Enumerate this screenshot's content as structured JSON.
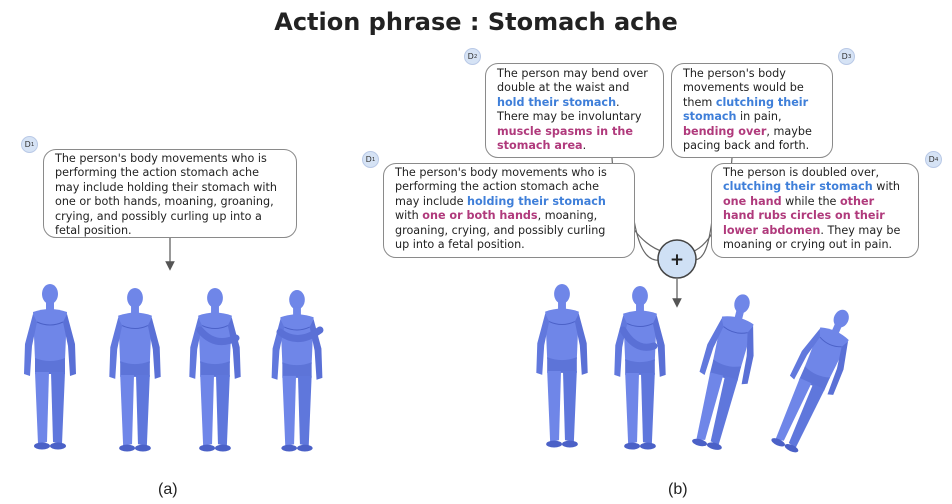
{
  "title": "Action phrase : Stomach ache",
  "panel_a": {
    "caption": "(a)",
    "badge": {
      "letter": "D",
      "index": "1"
    },
    "description": "The person's body movements who is performing the action stomach ache may include holding their stomach with one or both hands, moaning, groaning, crying, and possibly curling up into a fetal position."
  },
  "panel_b": {
    "caption": "(b)",
    "combine_symbol": "+",
    "d1": {
      "badge": {
        "letter": "D",
        "index": "1"
      },
      "parts": [
        {
          "text": "The person's body movements who is performing the action stomach ache may include ",
          "style": "plain"
        },
        {
          "text": "holding their stomach",
          "style": "blue"
        },
        {
          "text": " with ",
          "style": "plain"
        },
        {
          "text": "one or both hands",
          "style": "purple"
        },
        {
          "text": ", moaning, groaning, crying, and possibly curling up into a fetal position.",
          "style": "plain"
        }
      ]
    },
    "d2": {
      "badge": {
        "letter": "D",
        "index": "2"
      },
      "parts": [
        {
          "text": "The person may bend over double at the waist and ",
          "style": "plain"
        },
        {
          "text": "hold their stomach",
          "style": "blue"
        },
        {
          "text": ". There may be involuntary ",
          "style": "plain"
        },
        {
          "text": "muscle spasms in the stomach area",
          "style": "purple"
        },
        {
          "text": ".",
          "style": "plain"
        }
      ]
    },
    "d3": {
      "badge": {
        "letter": "D",
        "index": "3"
      },
      "parts": [
        {
          "text": "The person's body movements would be them ",
          "style": "plain"
        },
        {
          "text": "clutching their stomach",
          "style": "blue"
        },
        {
          "text": " in pain, ",
          "style": "plain"
        },
        {
          "text": "bending over",
          "style": "purple"
        },
        {
          "text": ", maybe pacing back and forth.",
          "style": "plain"
        }
      ]
    },
    "d4": {
      "badge": {
        "letter": "D",
        "index": "4"
      },
      "parts": [
        {
          "text": "The person is doubled over, ",
          "style": "plain"
        },
        {
          "text": "clutching their stomach",
          "style": "blue"
        },
        {
          "text": " with ",
          "style": "plain"
        },
        {
          "text": "one hand",
          "style": "purple"
        },
        {
          "text": " while the ",
          "style": "plain"
        },
        {
          "text": "other hand rubs circles on their lower abdomen",
          "style": "purple"
        },
        {
          "text": ". They may be moaning or crying out in pain.",
          "style": "plain"
        }
      ]
    }
  },
  "colors": {
    "figure_fill": "#6f86e8",
    "figure_shadow": "#4b61c7",
    "highlight_blue": "#3f7fd9",
    "highlight_purple": "#b03a7c",
    "combine_circle": "#cfe0f5"
  }
}
